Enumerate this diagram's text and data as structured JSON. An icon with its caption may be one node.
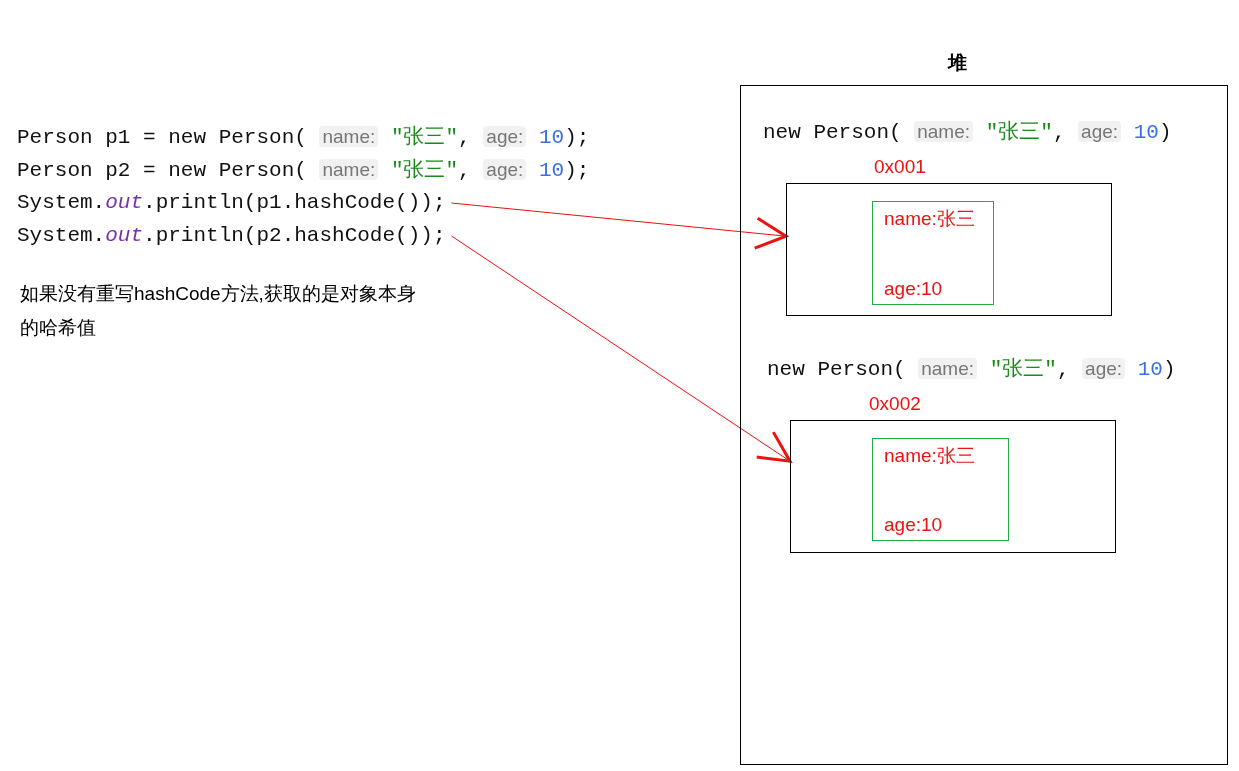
{
  "diagram": {
    "nodes": [
      {
        "text": [
          "System.*out*.println(p1.hashCode());"
        ]
      },
      {
        "text": [
          "System.*out*.println(p2.hashCode());"
        ]
      },
      {
        "text": [
          "堆"
        ]
      },
      {
        "text": [
          "0x001"
        ],
        "in": 2,
        "beside": [
          "new Person( name: \"张三\", age: 10)"
        ]
      },
      {
        "text": [
          "name:张三",
          "age:10"
        ],
        "in": 3
      },
      {
        "text": [
          "0x002"
        ],
        "in": 2,
        "beside": [
          "new Person( name: \"张三\", age: 10)"
        ]
      },
      {
        "text": [
          "name:张三",
          "age:10"
        ],
        "in": 5
      }
    ],
    "edges": [
      {
        "from": 0,
        "to": 3,
        "arrow": "to"
      },
      {
        "from": 1,
        "to": 5,
        "arrow": "to"
      }
    ],
    "labels": [
      "Person p1 = new Person( name: \"张三\", age: 10);",
      "Person p2 = new Person( name: \"张三\", age: 10);",
      "如果没有重写hashCode方法,获取的是对象本身的哈希值"
    ]
  }
}
